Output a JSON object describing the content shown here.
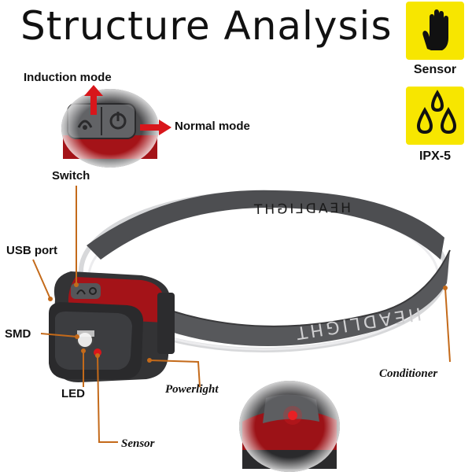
{
  "title": "Structure Analysis",
  "badges": [
    {
      "label": "Sensor",
      "icon": "hand-icon"
    },
    {
      "label": "IPX-5",
      "icon": "water-drops-icon"
    }
  ],
  "callouts": {
    "induction_mode": "Induction mode",
    "normal_mode": "Normal mode",
    "switch": "Switch",
    "usb_port": "USB port",
    "smd": "SMD",
    "led": "LED",
    "powerlight": "Powerlight",
    "sensor": "Sensor",
    "conditioner": "Conditioner"
  },
  "strap_text": "HEADLIGHT",
  "colors": {
    "accent_red": "#d8161b",
    "callout_line": "#c46a1a",
    "badge_yellow": "#f7e600",
    "housing_dark": "#3a3a3c",
    "housing_red": "#b01218",
    "strap_gray": "#555659"
  }
}
